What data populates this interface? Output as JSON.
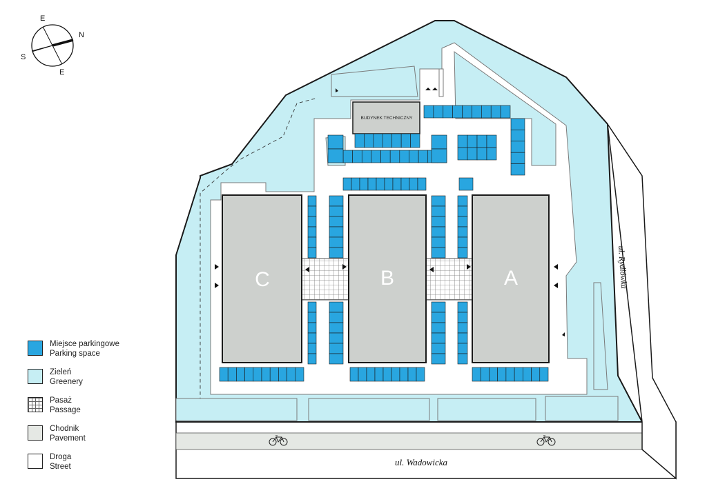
{
  "compass": {
    "north": "N",
    "south": "S",
    "east": "E",
    "west": "E"
  },
  "buildings": [
    {
      "id": "A",
      "label": "A"
    },
    {
      "id": "B",
      "label": "B"
    },
    {
      "id": "C",
      "label": "C"
    }
  ],
  "technical_building": {
    "label": "BUDYNEK TECHNICZNY"
  },
  "streets": {
    "main": "ul. Wadowicka",
    "side": "ul. Rydlówka"
  },
  "legend": [
    {
      "key": "parking",
      "line1": "Miejsce parkingowe",
      "line2": "Parking space",
      "color": "#29a6e0"
    },
    {
      "key": "greenery",
      "line1": "Zieleń",
      "line2": "Greenery",
      "color": "#c6eef4"
    },
    {
      "key": "passage",
      "line1": "Pasaż",
      "line2": "Passage",
      "color": "#ffffff"
    },
    {
      "key": "pavement",
      "line1": "Chodnik",
      "line2": "Pavement",
      "color": "#e5e8e4"
    },
    {
      "key": "street",
      "line1": "Droga",
      "line2": "Street",
      "color": "#ffffff"
    }
  ],
  "colors": {
    "parking": "#29a6e0",
    "greenery": "#c6eef4",
    "pavement": "#e5e8e4",
    "building": "#cdd0cd",
    "outline": "#1a1a1a"
  },
  "icons": [
    "bicycle-icon",
    "bicycle-icon",
    "entrance-arrow-icon",
    "compass-icon"
  ]
}
